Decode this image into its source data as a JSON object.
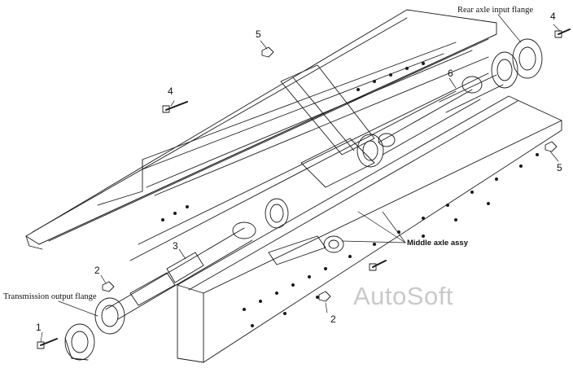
{
  "labels": {
    "rear_axle_input_flange": "Rear axle input flange",
    "transmission_output_flange": "Transmission  output flange",
    "middle_axle_assy": "Middle axle assy"
  },
  "callouts": {
    "c1": "1",
    "c2a": "2",
    "c2b": "2",
    "c3": "3",
    "c4a": "4",
    "c4b": "4",
    "c5a": "5",
    "c5b": "5",
    "c6": "6"
  },
  "watermark": "AutoSoft",
  "colors": {
    "line": "#1a1a1a",
    "watermark": "#c9c9c9",
    "background": "#ffffff"
  }
}
